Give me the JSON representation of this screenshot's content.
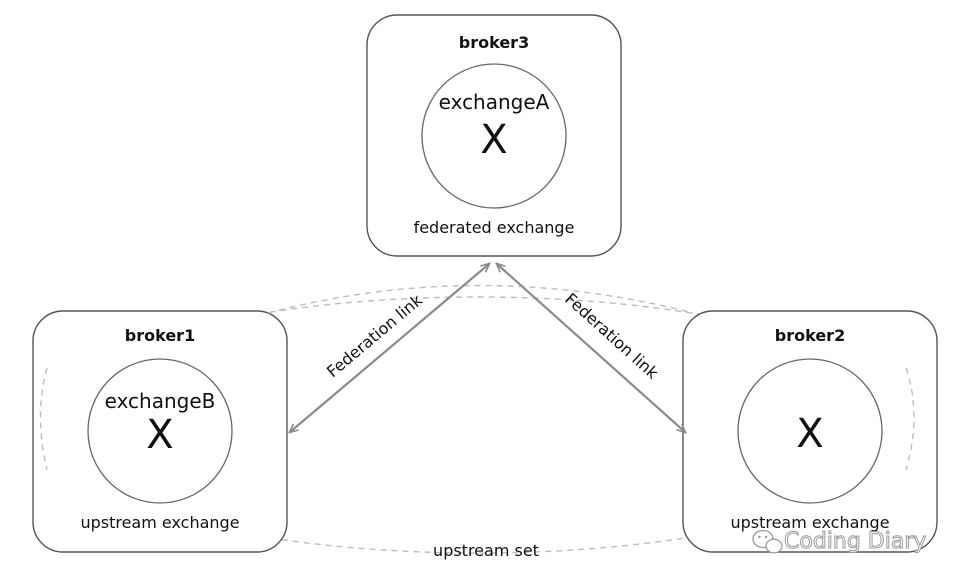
{
  "brokers": {
    "broker3": {
      "name": "broker3",
      "exchange": "exchangeA",
      "symbol": "X",
      "caption": "federated exchange"
    },
    "broker1": {
      "name": "broker1",
      "exchange": "exchangeB",
      "symbol": "X",
      "caption": "upstream exchange"
    },
    "broker2": {
      "name": "broker2",
      "exchange": "",
      "symbol": "X",
      "caption": "upstream exchange"
    }
  },
  "links": {
    "left_label": "Federation link",
    "right_label": "Federation link"
  },
  "upstream_set_label": "upstream set",
  "watermark": "Coding Diary"
}
